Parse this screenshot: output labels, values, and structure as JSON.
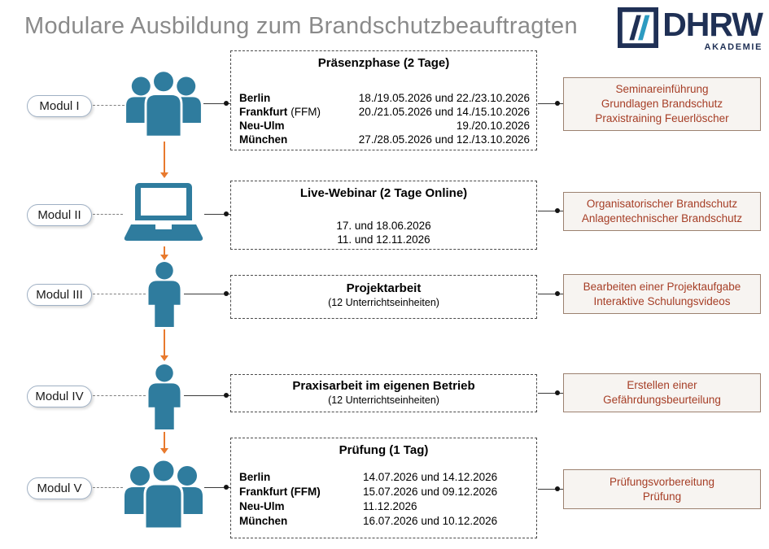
{
  "title": "Modulare Ausbildung zum Brandschutzbeauftragten",
  "logo": {
    "name": "DHRW",
    "subtitle": "AKADEMIE"
  },
  "colors": {
    "icon_teal": "#2F7C9E",
    "arrow_orange": "#E87A2E",
    "topic_text": "#A63E26",
    "topic_border": "#9C8170",
    "topic_background": "#F7F4F1",
    "logo_navy": "#1F3055",
    "logo_light_blue": "#2D9BC1",
    "title_gray": "#8A8A8A"
  },
  "modules": [
    {
      "label": "Modul I",
      "icon": "people-group-icon",
      "box": {
        "title": "Präsenzphase (2 Tage)",
        "schedule": [
          {
            "city": "Berlin",
            "note": "",
            "dates": "18./19.05.2026 und 22./23.10.2026"
          },
          {
            "city": "Frankfurt",
            "note": "(FFM)",
            "dates": "20./21.05.2026 und 14./15.10.2026"
          },
          {
            "city": "Neu-Ulm",
            "note": "",
            "dates": "19./20.10.2026"
          },
          {
            "city": "München",
            "note": "",
            "dates": "27./28.05.2026 und 12./13.10.2026"
          }
        ]
      },
      "topics": [
        "Seminareinführung",
        "Grundlagen Brandschutz",
        "Praxistraining Feuerlöscher"
      ]
    },
    {
      "label": "Modul II",
      "icon": "laptop-icon",
      "box": {
        "title": "Live-Webinar (2 Tage Online)",
        "dates": [
          "17. und 18.06.2026",
          "11. und 12.11.2026"
        ]
      },
      "topics": [
        "Organisatorischer Brandschutz",
        "Anlagentechnischer Brandschutz"
      ]
    },
    {
      "label": "Modul III",
      "icon": "person-icon",
      "box": {
        "title": "Projektarbeit",
        "subtitle": "(12 Unterrichtseinheiten)"
      },
      "topics": [
        "Bearbeiten einer Projektaufgabe",
        "Interaktive Schulungsvideos"
      ]
    },
    {
      "label": "Modul IV",
      "icon": "person-icon",
      "box": {
        "title": "Praxisarbeit im eigenen Betrieb",
        "subtitle": "(12 Unterrichtseinheiten)"
      },
      "topics": [
        "Erstellen einer",
        "Gefährdungsbeurteilung"
      ]
    },
    {
      "label": "Modul V",
      "icon": "people-group-icon",
      "box": {
        "title": "Prüfung (1 Tag)",
        "schedule": [
          {
            "city": "Berlin",
            "dates": "14.07.2026 und 14.12.2026"
          },
          {
            "city": "Frankfurt (FFM)",
            "dates": "15.07.2026 und 09.12.2026"
          },
          {
            "city": "Neu-Ulm",
            "dates": "11.12.2026"
          },
          {
            "city": "München",
            "dates": "16.07.2026 und 10.12.2026"
          }
        ]
      },
      "topics": [
        "Prüfungsvorbereitung",
        "Prüfung"
      ]
    }
  ]
}
